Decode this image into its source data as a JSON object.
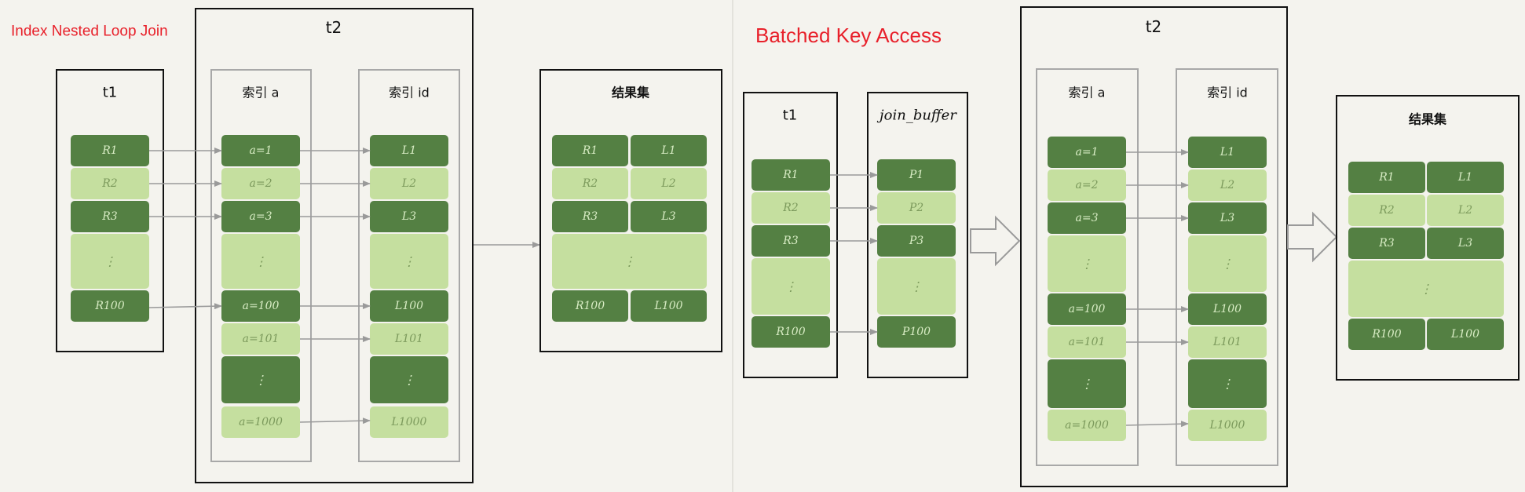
{
  "colors": {
    "background": "#f4f3ee",
    "dark_cell": "#548043",
    "light_cell": "#c5df9f",
    "dark_text": "#d8ecc4",
    "light_text": "#7c9a5c",
    "border": "#111111",
    "inner_border": "#a8a8a8",
    "arrow": "#9a9a9a",
    "title_red": "#e8202a"
  },
  "left": {
    "title": "Index Nested Loop Join",
    "t2_label": "t2",
    "t1": {
      "label": "t1",
      "rows": [
        "R1",
        "R2",
        "R3",
        "⋮",
        "R100"
      ]
    },
    "index_a": {
      "label": "索引 a",
      "rows": [
        "a=1",
        "a=2",
        "a=3",
        "⋮",
        "a=100",
        "a=101",
        "⋮",
        "a=1000"
      ]
    },
    "index_id": {
      "label": "索引 id",
      "rows": [
        "L1",
        "L2",
        "L3",
        "⋮",
        "L100",
        "L101",
        "⋮",
        "L1000"
      ]
    },
    "result": {
      "label": "结果集",
      "rows": [
        [
          "R1",
          "L1"
        ],
        [
          "R2",
          "L2"
        ],
        [
          "R3",
          "L3"
        ],
        [
          "⋮"
        ],
        [
          "R100",
          "L100"
        ]
      ]
    }
  },
  "right": {
    "title": "Batched Key Access",
    "t2_label": "t2",
    "t1": {
      "label": "t1",
      "rows": [
        "R1",
        "R2",
        "R3",
        "⋮",
        "R100"
      ]
    },
    "join_buffer": {
      "label": "join_buffer",
      "rows": [
        "P1",
        "P2",
        "P3",
        "⋮",
        "P100"
      ]
    },
    "index_a": {
      "label": "索引 a",
      "rows": [
        "a=1",
        "a=2",
        "a=3",
        "⋮",
        "a=100",
        "a=101",
        "⋮",
        "a=1000"
      ]
    },
    "index_id": {
      "label": "索引 id",
      "rows": [
        "L1",
        "L2",
        "L3",
        "⋮",
        "L100",
        "L101",
        "⋮",
        "L1000"
      ]
    },
    "result": {
      "label": "结果集",
      "rows": [
        [
          "R1",
          "L1"
        ],
        [
          "R2",
          "L2"
        ],
        [
          "R3",
          "L3"
        ],
        [
          "⋮"
        ],
        [
          "R100",
          "L100"
        ]
      ]
    }
  }
}
